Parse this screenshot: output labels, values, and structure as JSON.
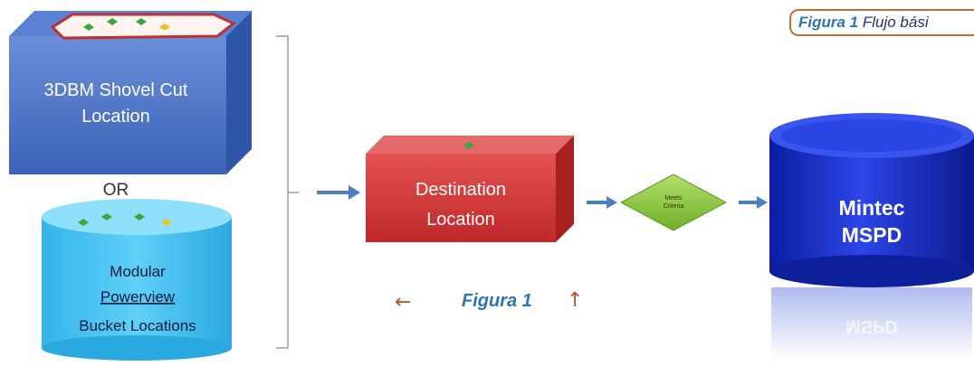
{
  "caption": {
    "figure_label": "Figura 1",
    "figure_text": "Flujo bási"
  },
  "source": {
    "box_label_line1": "3DBM Shovel Cut",
    "box_label_line2": "Location",
    "or_label": "OR",
    "cyl_label_line1": "Modular",
    "cyl_label_line2": "Powerview",
    "cyl_label_line3": "Bucket Locations"
  },
  "destination": {
    "line1": "Destination",
    "line2": "Location"
  },
  "criteria": {
    "line1": "Meets",
    "line2": "Criteria"
  },
  "target": {
    "line1": "Mintec",
    "line2": "MSPD",
    "reflection": "MSPD"
  },
  "bottom_caption": {
    "label": "Figura 1",
    "prev_arrow": "←",
    "up_arrow": "↑"
  },
  "colors": {
    "box_blue": "#4a72c4",
    "box_red": "#d23b3b",
    "cyl_cyan": "#3ec3f2",
    "cyl_navy": "#1a2ec8",
    "diamond_green": "#8cc63f",
    "arrow": "#4a7fc1",
    "caption_border": "#c0703a"
  }
}
